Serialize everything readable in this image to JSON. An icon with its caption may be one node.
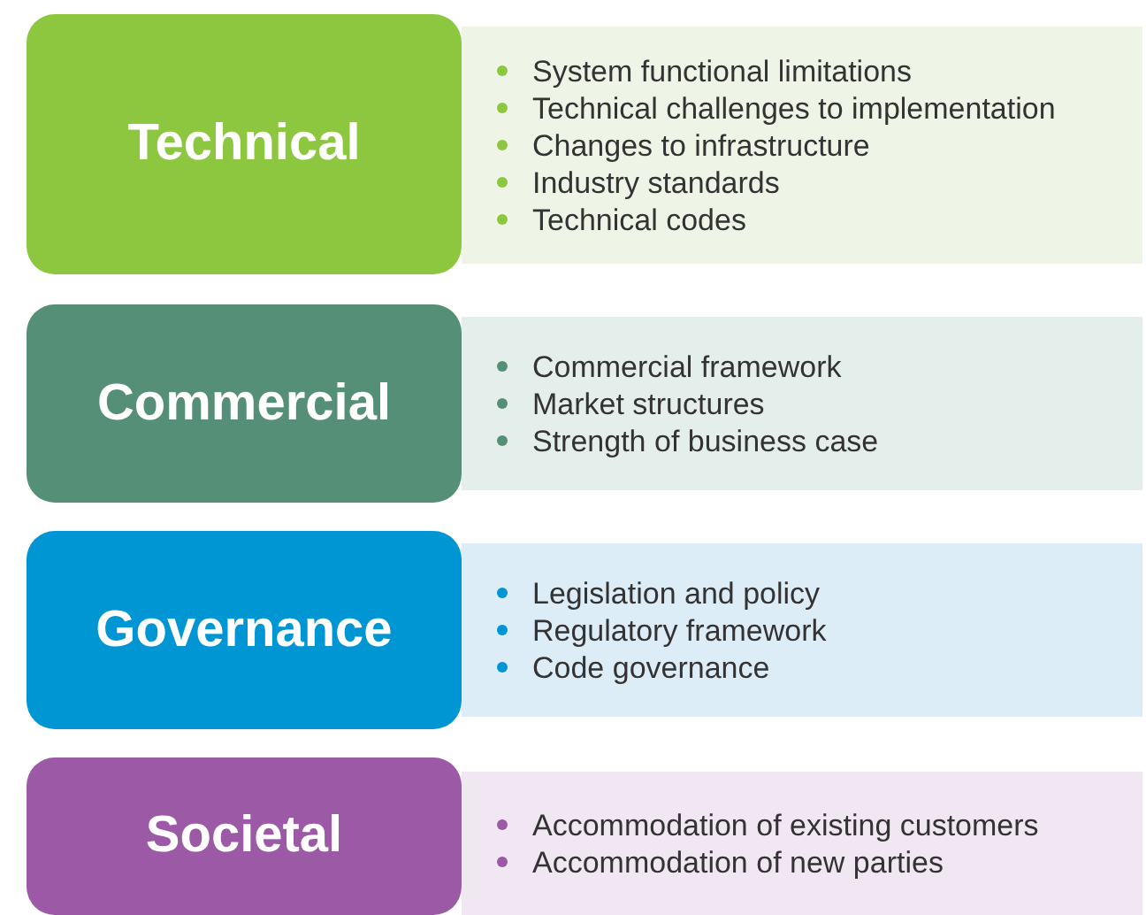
{
  "diagram": {
    "nodes": [
      {
        "text": [
          "Technical"
        ]
      },
      {
        "text": [
          "System functional limitations",
          "Technical challenges to implementation",
          "Changes to infrastructure",
          "Industry standards",
          "Technical codes"
        ]
      },
      {
        "text": [
          "Commercial"
        ]
      },
      {
        "text": [
          "Commercial framework",
          "Market structures",
          "Strength of business case"
        ]
      },
      {
        "text": [
          "Governance"
        ]
      },
      {
        "text": [
          "Legislation and policy",
          "Regulatory framework",
          "Code governance"
        ]
      },
      {
        "text": [
          "Societal"
        ]
      },
      {
        "text": [
          "Accommodation of existing customers",
          "Accommodation of new parties"
        ]
      }
    ]
  }
}
